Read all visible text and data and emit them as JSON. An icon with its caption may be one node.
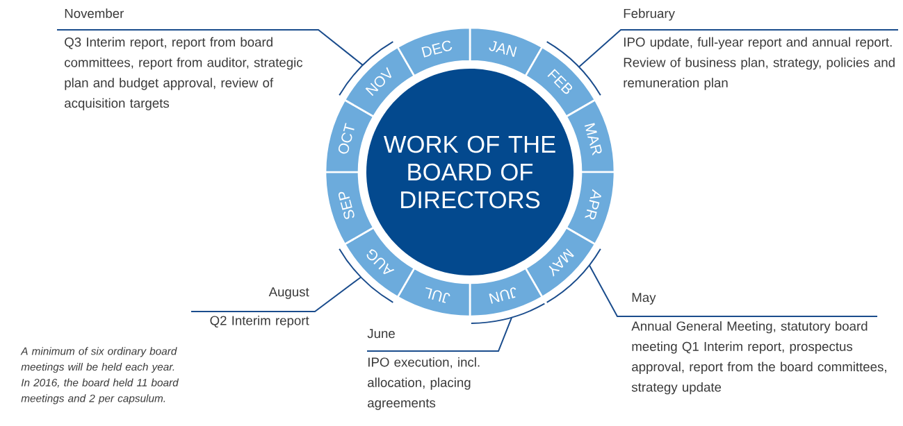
{
  "diagram": {
    "nodes": [
      {
        "text": [
          "WORK OF THE BOARD OF DIRECTORS"
        ]
      },
      {
        "text": [
          "JAN"
        ]
      },
      {
        "text": [
          "FEB"
        ]
      },
      {
        "text": [
          "MAR"
        ]
      },
      {
        "text": [
          "APR"
        ]
      },
      {
        "text": [
          "MAY"
        ]
      },
      {
        "text": [
          "JUN"
        ]
      },
      {
        "text": [
          "JUL"
        ]
      },
      {
        "text": [
          "AUG"
        ]
      },
      {
        "text": [
          "SEP"
        ]
      },
      {
        "text": [
          "OCT"
        ]
      },
      {
        "text": [
          "NOV"
        ]
      },
      {
        "text": [
          "DEC"
        ]
      },
      {
        "text": [
          "November",
          "Q3 Interim report, report from board committees, report from auditor, strategic plan and budget approval, review of acquisition targets"
        ]
      },
      {
        "text": [
          "February",
          "IPO update, full-year report and annual report. Review of business plan, strategy, policies and remuneration plan"
        ]
      },
      {
        "text": [
          "August",
          "Q2 Interim report"
        ]
      },
      {
        "text": [
          "May",
          "Annual General Meeting, statutory board meeting Q1 Interim report, prospectus approval, report from the board committees, strategy update"
        ]
      },
      {
        "text": [
          "June",
          "IPO execution, incl. allocation, placing agreements"
        ]
      }
    ],
    "edges": [
      {
        "from": 13,
        "to": 11,
        "arrow": "none"
      },
      {
        "from": 14,
        "to": 2,
        "arrow": "none"
      },
      {
        "from": 15,
        "to": 8,
        "arrow": "none"
      },
      {
        "from": 16,
        "to": 5,
        "arrow": "none"
      },
      {
        "from": 17,
        "to": 6,
        "arrow": "none"
      }
    ],
    "labels": [
      "A minimum of six ordinary board meetings will be held each year. In 2016, the board held 11 board meetings and 2 per capsulum."
    ]
  }
}
